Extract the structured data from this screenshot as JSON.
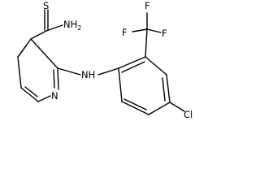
{
  "molecule": {
    "atoms": {
      "S": "S",
      "NH2": "NH",
      "NH2_sub": "2",
      "N_pyridine": "N",
      "NH": "NH",
      "F1": "F",
      "F2": "F",
      "F3": "F",
      "Cl": "Cl"
    }
  }
}
